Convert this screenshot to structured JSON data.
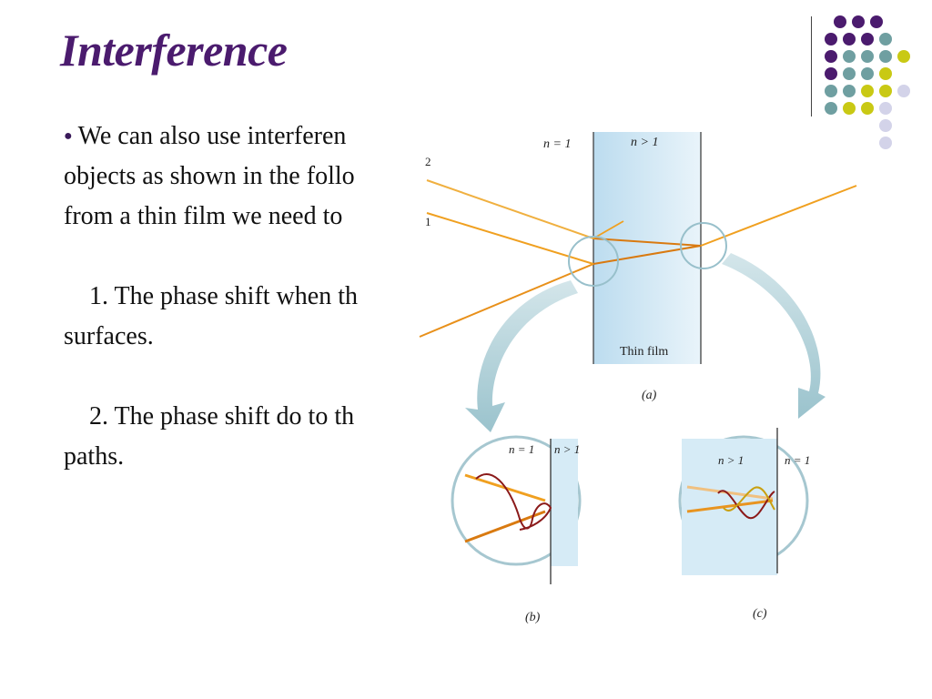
{
  "slide": {
    "title": "Interference",
    "paragraphs": [
      {
        "lines": [
          "We can also use interferen",
          "objects as shown in the follo",
          "from a thin film we need to"
        ]
      },
      {
        "lines": [
          "1. The phase shift when th",
          "surfaces."
        ]
      },
      {
        "lines": [
          "2. The phase shift do to th",
          "paths."
        ]
      }
    ]
  },
  "figure": {
    "panel_a": {
      "label_n_left": "n = 1",
      "label_n_right": "n > 1",
      "ray_2": "2",
      "ray_1": "1",
      "film_label": "Thin film",
      "caption": "(a)"
    },
    "panel_b": {
      "label_n_left": "n = 1",
      "label_n_right": "n > 1",
      "caption": "(b)"
    },
    "panel_c": {
      "label_n_left": "n > 1",
      "label_n_right": "n = 1",
      "caption": "(c)"
    }
  },
  "colors": {
    "title": "#4b1b6e",
    "purple": "#4b1b6e",
    "teal": "#6f9fa1",
    "yellow": "#c9c914",
    "lavender": "#d3d3e9",
    "ray_orange": "#f0a020",
    "ray_dark_orange": "#d97a10",
    "film_blue": "#cfe6f3"
  }
}
